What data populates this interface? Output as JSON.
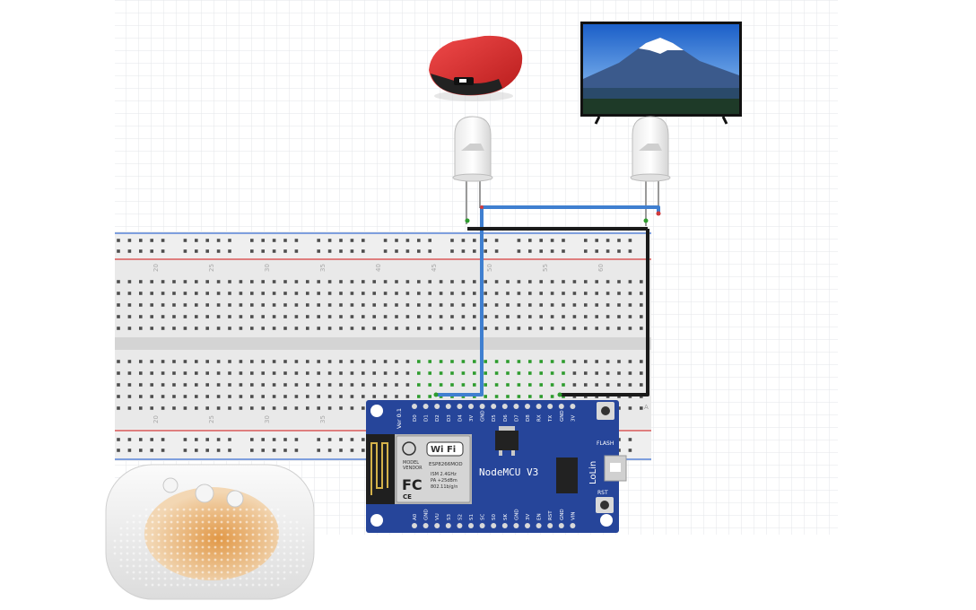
{
  "breadboard": {
    "column_numbers_top": [
      "20",
      "25",
      "30",
      "35",
      "40",
      "45",
      "50",
      "55",
      "60"
    ],
    "column_numbers_bottom": [
      "20",
      "25",
      "30",
      "35",
      "40",
      "45",
      "50",
      "55",
      "60"
    ],
    "row_letter": "A"
  },
  "nodemcu": {
    "version": "Ver 0.1",
    "title": "NodeMCU V3",
    "brand": "LoLin",
    "flash_label": "FLASH",
    "rst_label": "RST",
    "top_pins": [
      "D0",
      "D1",
      "D2",
      "D3",
      "D4",
      "3V",
      "GND",
      "D5",
      "D6",
      "D7",
      "D8",
      "RX",
      "TX",
      "GND",
      "3V"
    ],
    "bottom_pins": [
      "A0",
      "GND",
      "VU",
      "S3",
      "S2",
      "S1",
      "SC",
      "S0",
      "SK",
      "GND",
      "3V",
      "EN",
      "RST",
      "GND",
      "VIN"
    ],
    "module": {
      "wifi": "Wi Fi",
      "model_label": "MODEL",
      "vendor_label": "VENDOR",
      "model": "ESP8266MOD",
      "ism": "ISM   2.4GHz",
      "pa": "PA   +25dBm",
      "standard": "802.11b/g/n",
      "fc": "FC",
      "ce": "CE"
    }
  },
  "colors": {
    "blue_wire": "#3f7fd0",
    "black_wire": "#1a1a1a",
    "board_pcb": "#26459a",
    "led_highlight": "#2e9c2e",
    "rail_red": "#d33b3b",
    "rail_blue": "#3b6fd3"
  }
}
